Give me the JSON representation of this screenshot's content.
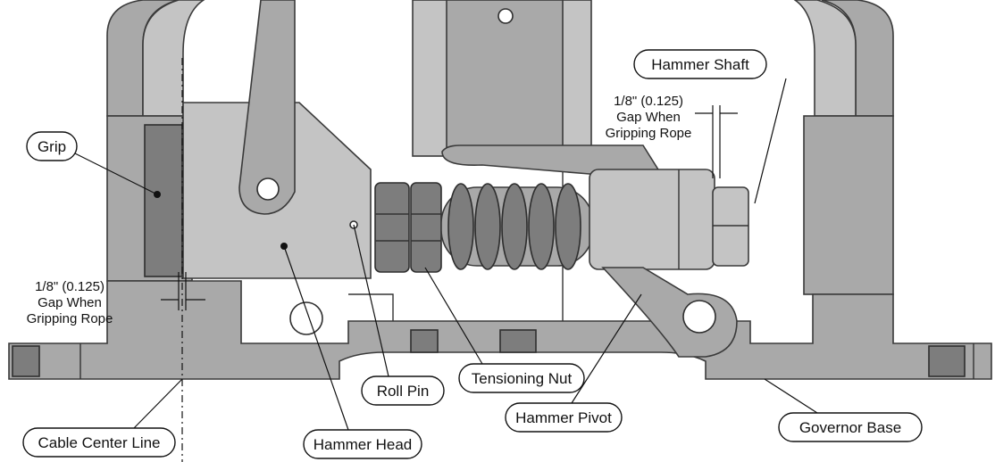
{
  "title_fragment": "g",
  "labels": {
    "hammer_shaft": "Hammer Shaft",
    "grip": "Grip",
    "roll_pin": "Roll Pin",
    "tensioning_nut": "Tensioning Nut",
    "hammer_pivot": "Hammer Pivot",
    "hammer_head": "Hammer Head",
    "cable_center_line": "Cable Center Line",
    "governor_base": "Governor Base"
  },
  "gap_note_right": {
    "line1": "1/8\" (0.125)",
    "line2": "Gap When",
    "line3": "Gripping Rope"
  },
  "gap_note_left": {
    "line1": "1/8\" (0.125)",
    "line2": "Gap When",
    "line3": "Gripping Rope"
  },
  "colors": {
    "steel": "#a9a9a9",
    "steel_light": "#c4c4c4",
    "steel_dark": "#7d7d7d",
    "outline": "#2e2e2e"
  }
}
